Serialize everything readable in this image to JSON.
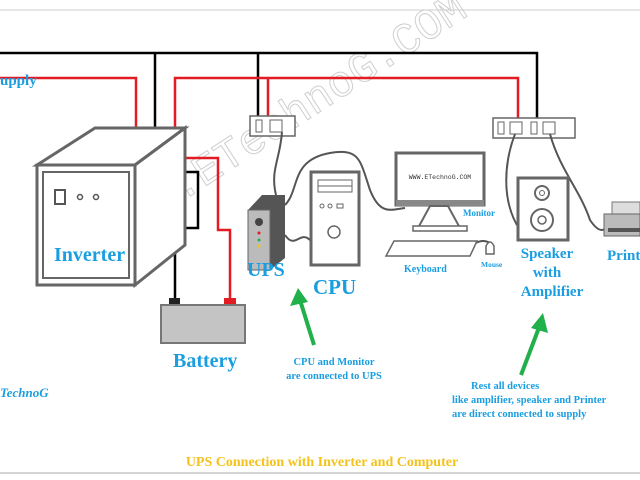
{
  "labels": {
    "supply": "upply",
    "inverter": "Inverter",
    "battery": "Battery",
    "ups": "UPS",
    "cpu": "CPU",
    "monitor": "Monitor",
    "monitor_screen": "WWW.ETechnoG.COM",
    "keyboard": "Keyboard",
    "mouse": "Mouse",
    "speaker_line1": "Speaker",
    "speaker_line2": "with",
    "speaker_line3": "Amplifier",
    "printer": "Print",
    "brand": "TechnoG"
  },
  "notes": {
    "ups_note_line1": "CPU and Monitor",
    "ups_note_line2": "are connected to UPS",
    "direct_note_line1": "Rest all devices",
    "direct_note_line2": "like amplifier, speaker and Printer",
    "direct_note_line3": "are direct connected to supply"
  },
  "watermark": "WWW.ETechnoG.COM",
  "caption": "UPS Connection with Inverter and Computer",
  "colors": {
    "label": "#1a9ee0",
    "caption": "#f5c21b",
    "live_wire": "#e31b23",
    "neutral_wire": "#000000",
    "arrow": "#22b04b"
  }
}
